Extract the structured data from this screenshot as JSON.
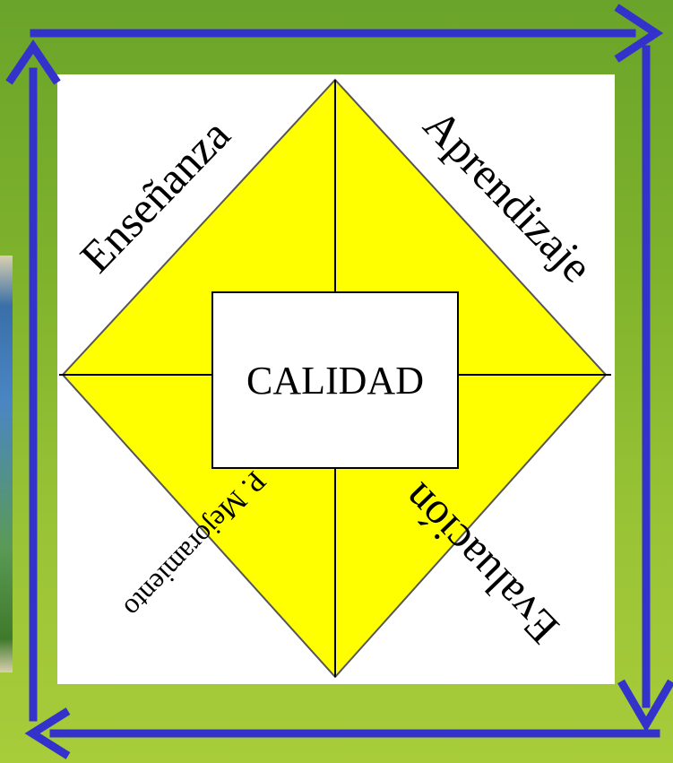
{
  "center_label": "CALIDAD",
  "quadrants": {
    "top_left": "Enseñanza",
    "top_right": "Aprendizaje",
    "bottom_right": "Evaluación",
    "bottom_left": "P. Mejoramiento"
  },
  "colors": {
    "background": "#7fb22c",
    "diamond_fill": "#ffff00",
    "arrows": "#3333cc",
    "panel": "#ffffff"
  },
  "icons": {
    "arrow_top": "arrow-right-icon",
    "arrow_right": "arrow-down-icon",
    "arrow_bottom": "arrow-left-icon",
    "arrow_left": "arrow-up-icon"
  }
}
